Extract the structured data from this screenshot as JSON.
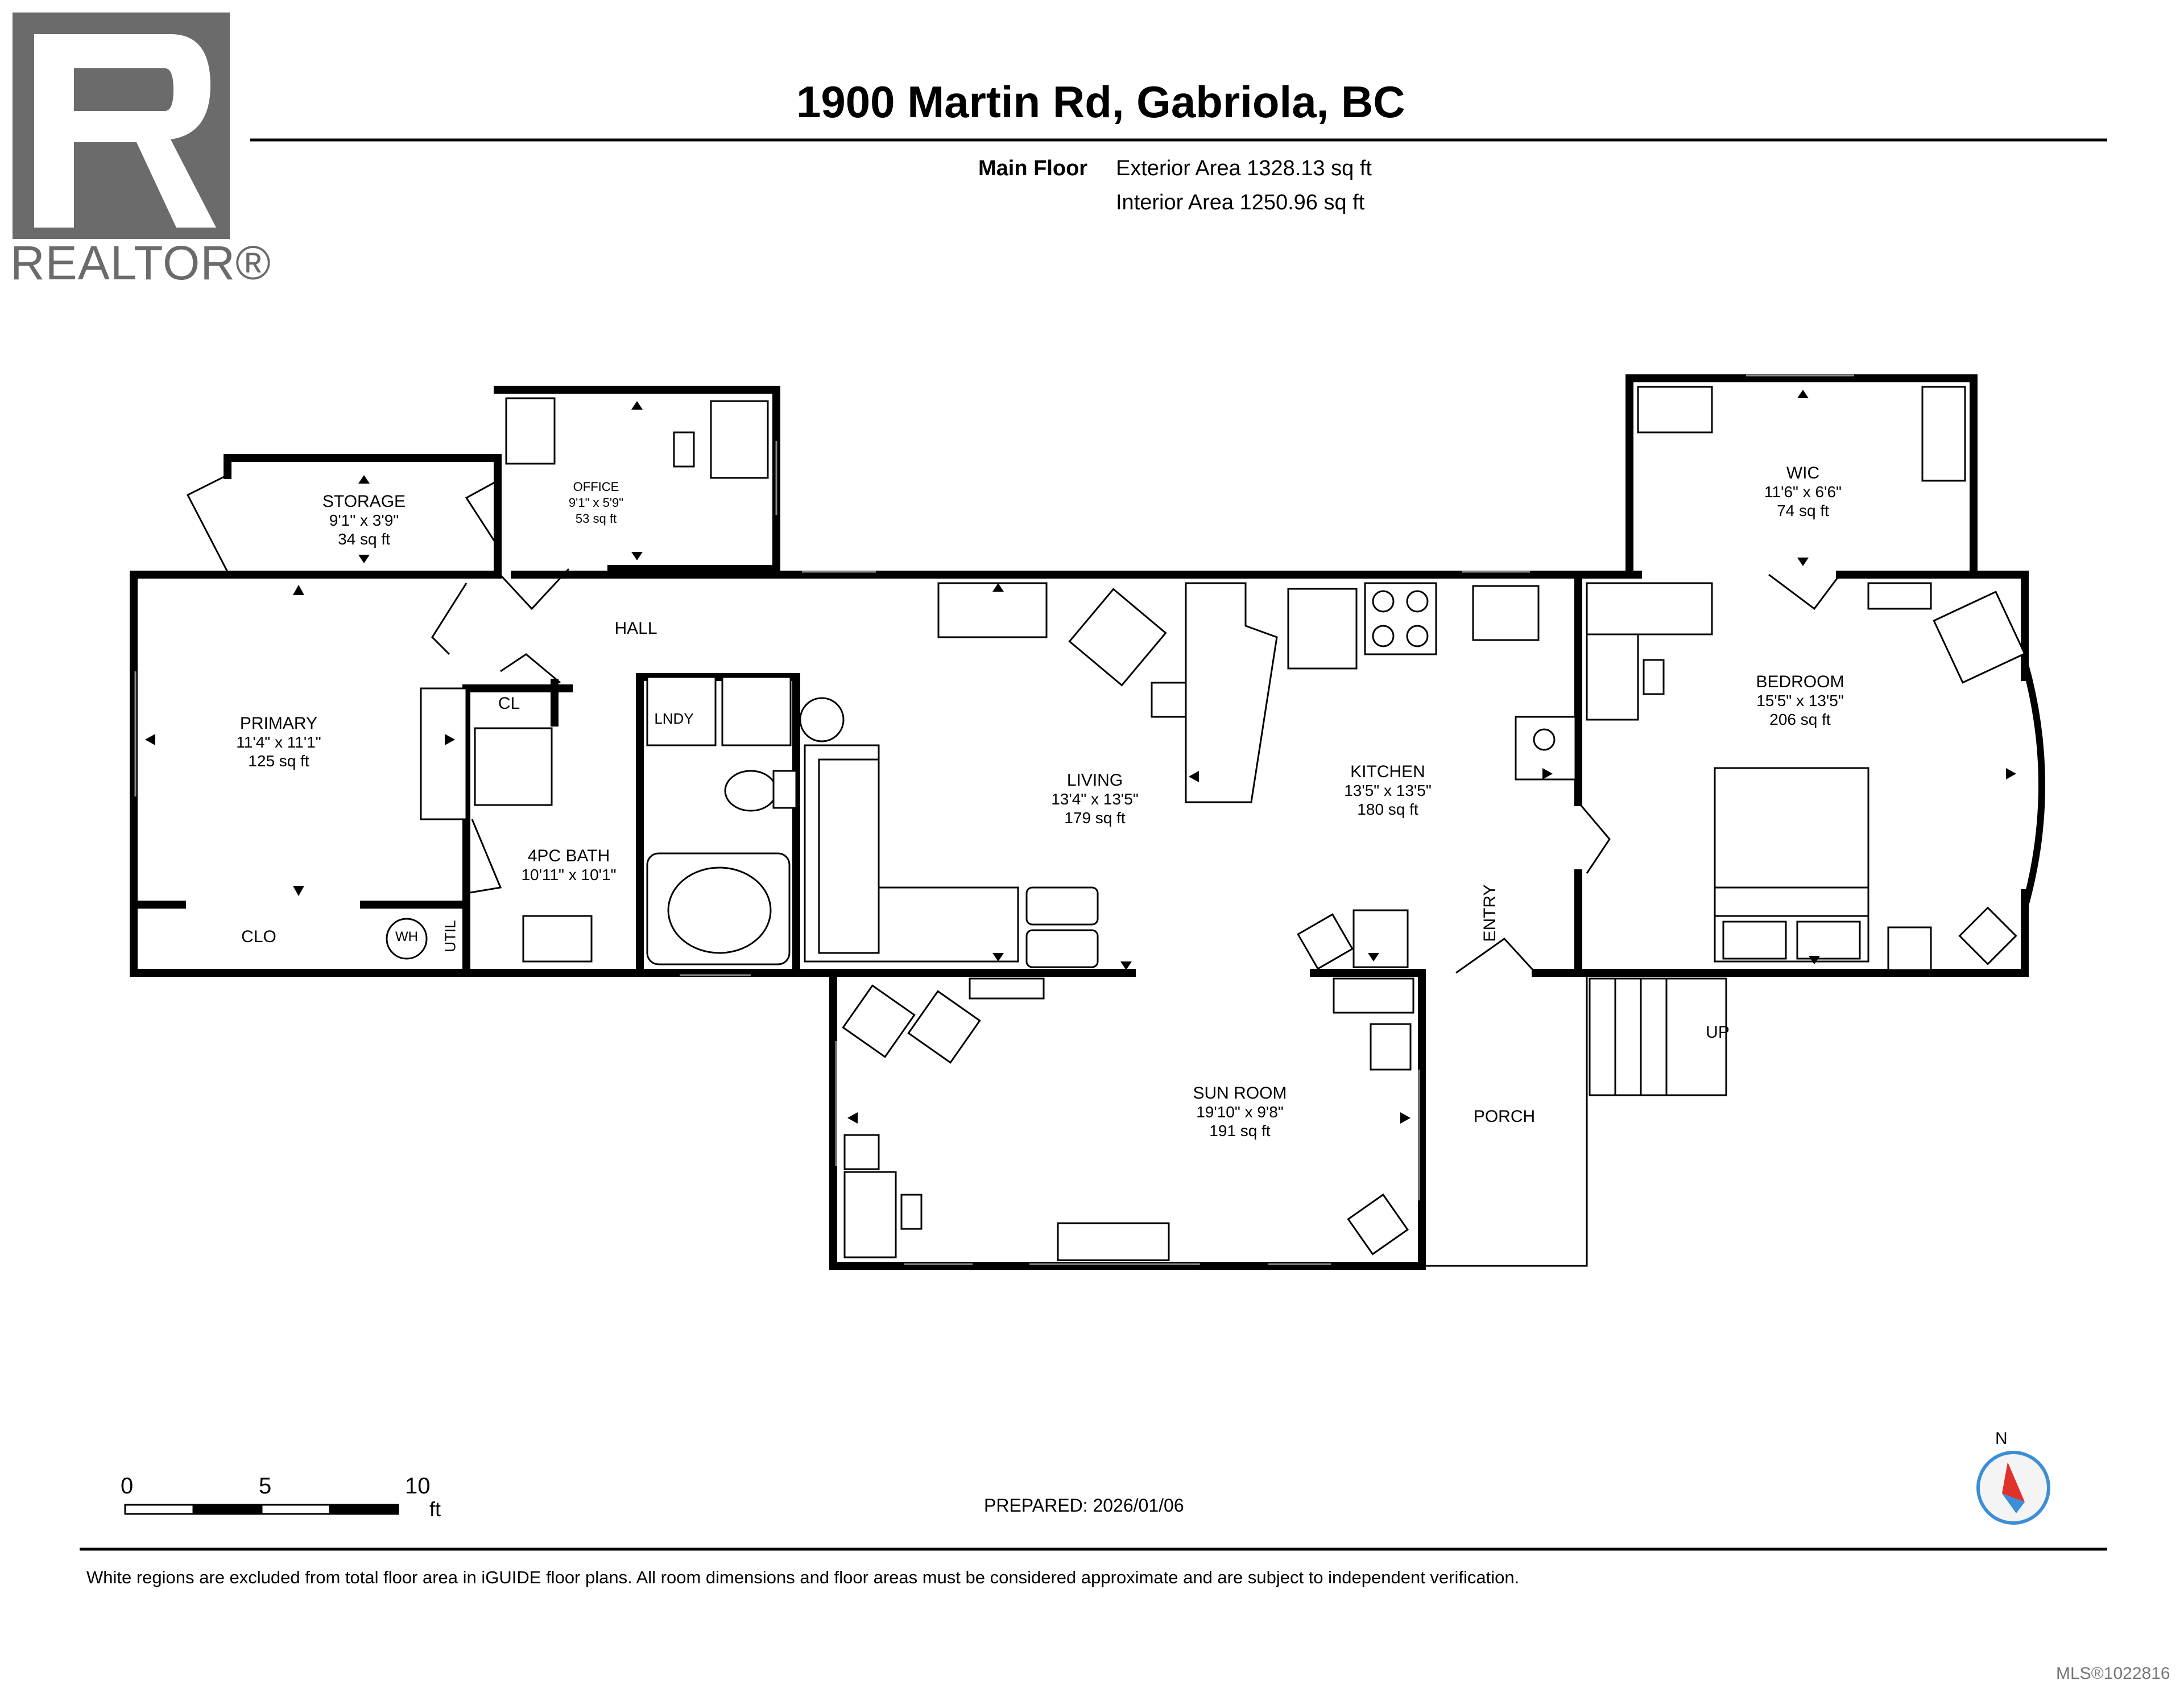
{
  "logo": {
    "word": "REALTOR®",
    "color": "#6b6b6b"
  },
  "header": {
    "title": "1900 Martin Rd, Gabriola, BC",
    "floor": "Main Floor",
    "exterior_area": "Exterior Area 1328.13 sq ft",
    "interior_area": "Interior Area 1250.96 sq ft"
  },
  "rooms": {
    "storage": {
      "name": "STORAGE",
      "dims": "9'1\" x 3'9\"",
      "area": "34 sq ft"
    },
    "office": {
      "name": "OFFICE",
      "dims": "9'1\" x 5'9\"",
      "area": "53 sq ft"
    },
    "wic": {
      "name": "WIC",
      "dims": "11'6\" x 6'6\"",
      "area": "74 sq ft"
    },
    "primary": {
      "name": "PRIMARY",
      "dims": "11'4\" x 11'1\"",
      "area": "125 sq ft"
    },
    "bath": {
      "name": "4PC BATH",
      "dims": "10'11\" x 10'1\""
    },
    "living": {
      "name": "LIVING",
      "dims": "13'4\" x 13'5\"",
      "area": "179 sq ft"
    },
    "kitchen": {
      "name": "KITCHEN",
      "dims": "13'5\" x 13'5\"",
      "area": "180 sq ft"
    },
    "bedroom": {
      "name": "BEDROOM",
      "dims": "15'5\" x 13'5\"",
      "area": "206 sq ft"
    },
    "sunroom": {
      "name": "SUN ROOM",
      "dims": "19'10\" x 9'8\"",
      "area": "191 sq ft"
    }
  },
  "labels": {
    "hall": "HALL",
    "cl": "CL",
    "lndy": "LNDY",
    "clo": "CLO",
    "wh": "WH",
    "util": "UTIL",
    "entry": "ENTRY",
    "porch": "PORCH",
    "up": "UP"
  },
  "scale": {
    "zero": "0",
    "five": "5",
    "ten": "10",
    "unit": "ft"
  },
  "compass": {
    "north": "N",
    "color": "#e0312b",
    "ring_color": "#3a8fd6"
  },
  "prepared": "PREPARED: 2026/01/06",
  "disclaimer": "White regions are excluded from total floor area in iGUIDE floor plans. All room dimensions and floor areas must be considered approximate and are subject to independent verification.",
  "mls": "MLS®1022816"
}
